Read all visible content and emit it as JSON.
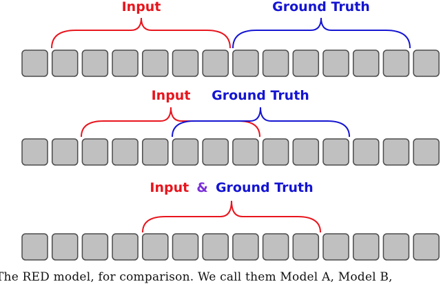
{
  "rows": [
    {
      "labels": {
        "input": "Input",
        "ground_truth": "Ground Truth"
      }
    },
    {
      "labels": {
        "input": "Input",
        "ground_truth": "Ground Truth"
      }
    },
    {
      "labels": {
        "input": "Input",
        "amp": "&",
        "ground_truth": "Ground Truth"
      }
    }
  ],
  "caption": "The RED model, for comparison. We call them Model A, Model B,",
  "colors": {
    "input": "#e8141c",
    "ground_truth": "#1414d2",
    "cell_fill": "#c0c0c0",
    "cell_stroke": "#4a4a4a"
  }
}
